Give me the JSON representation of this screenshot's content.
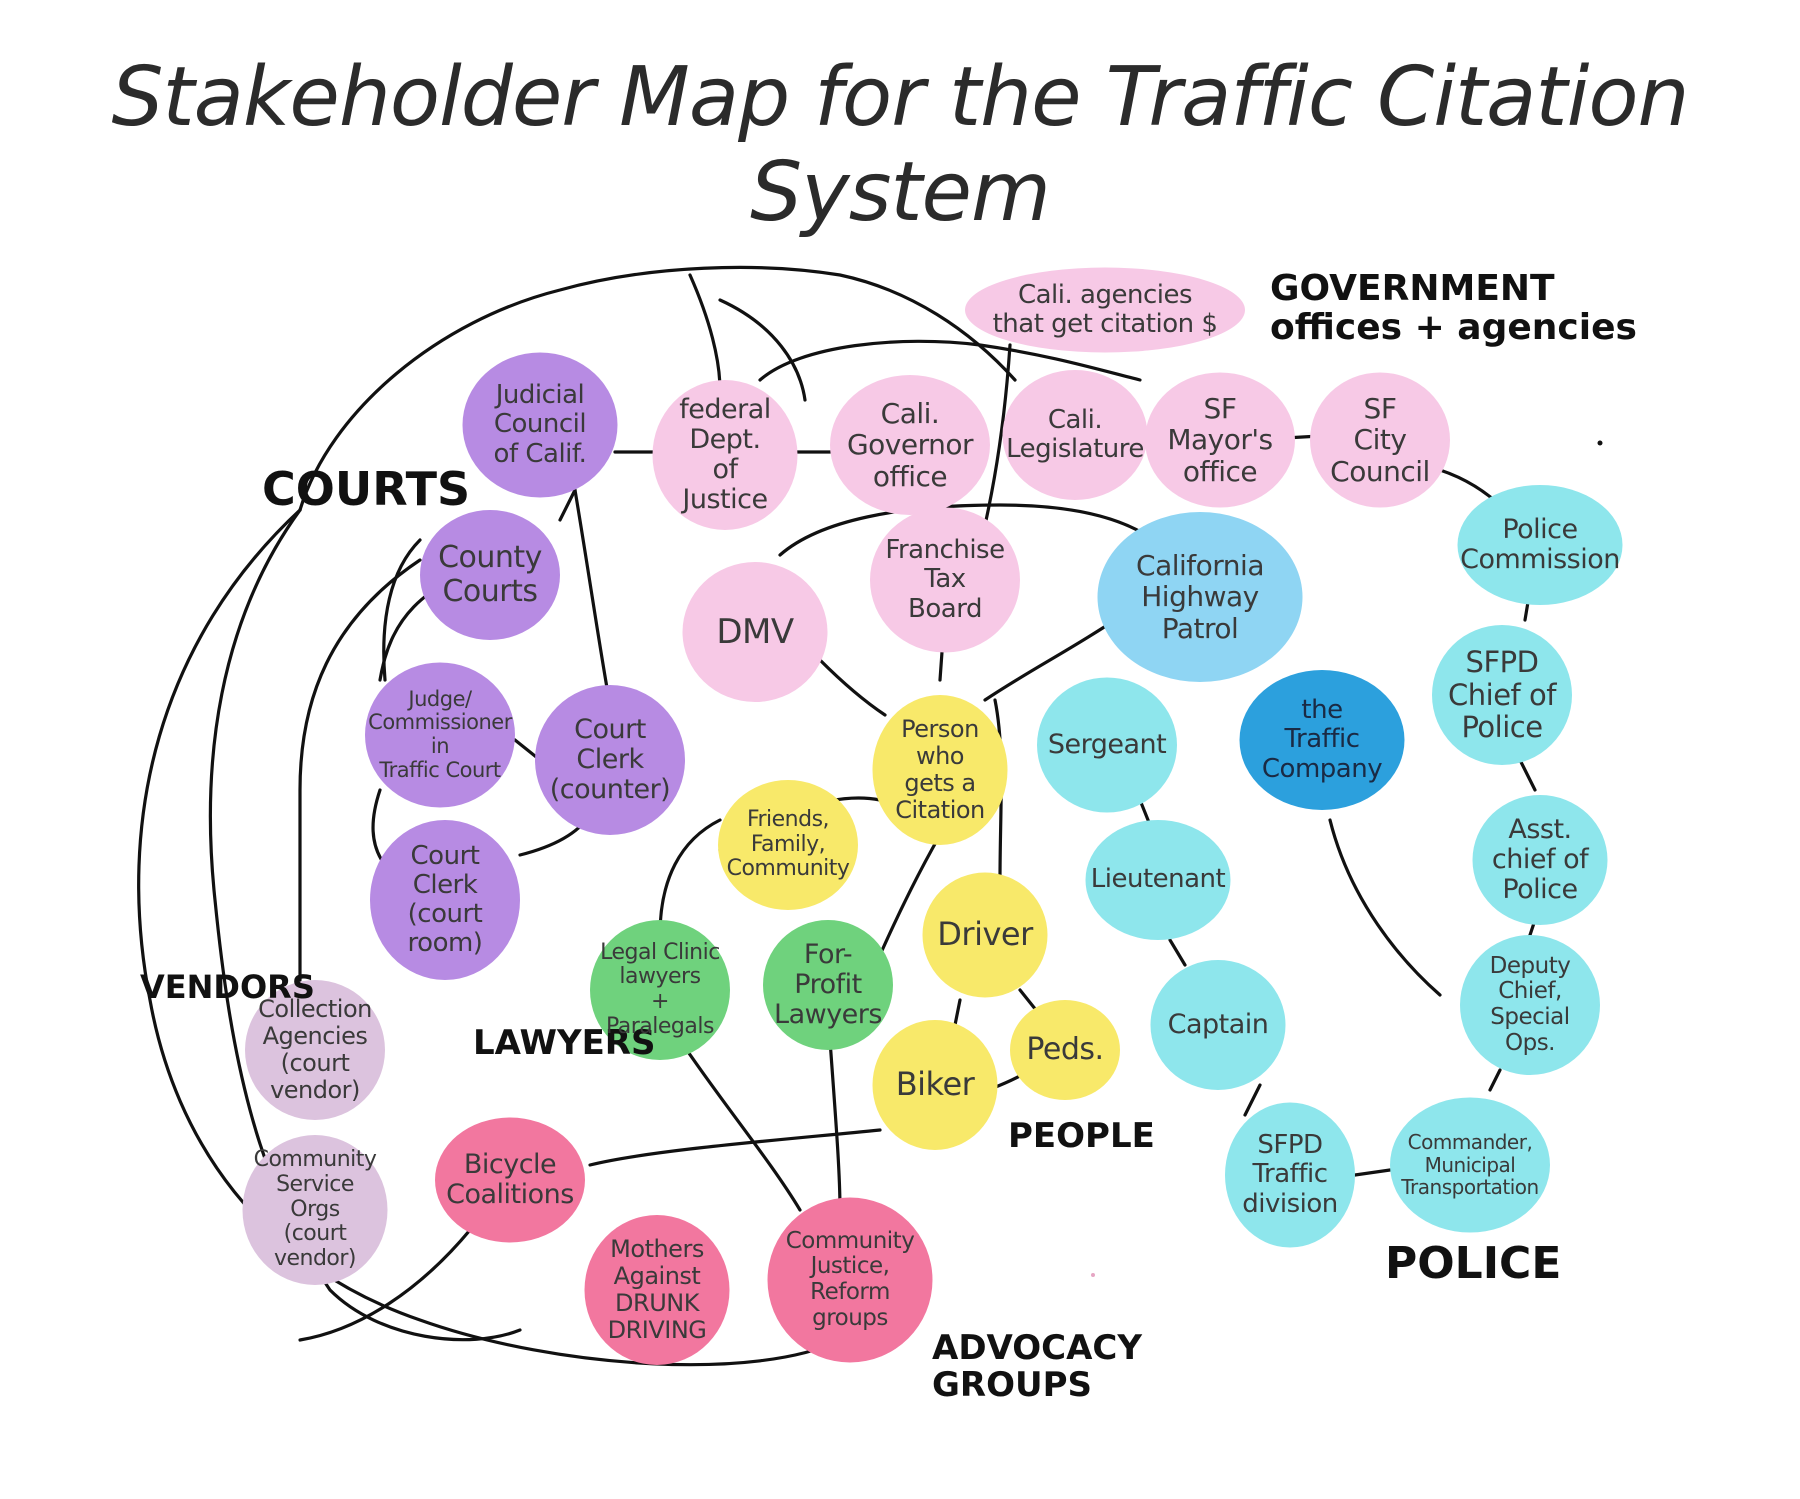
{
  "title": "Stakeholder Map for the Traffic Citation System",
  "colors": {
    "courts": "#b78be3",
    "government": "#f7c9e6",
    "police_light": "#8ee6ec",
    "highway": "#8fd5f3",
    "traffic_company": "#2ca0dd",
    "people": "#f8e96a",
    "lawyers": "#6fd27d",
    "advocacy": "#f2779f",
    "vendors": "#dcc3de",
    "line": "#111111"
  },
  "group_labels": [
    {
      "id": "courts",
      "text": "COURTS"
    },
    {
      "id": "government",
      "text": "GOVERNMENT\noffices + agencies"
    },
    {
      "id": "police",
      "text": "POLICE"
    },
    {
      "id": "people",
      "text": "PEOPLE"
    },
    {
      "id": "lawyers",
      "text": "LAWYERS"
    },
    {
      "id": "vendors",
      "text": "VENDORS"
    },
    {
      "id": "advocacy",
      "text": "ADVOCACY\nGROUPS"
    }
  ],
  "nodes": [
    {
      "id": "judicial-council",
      "label": "Judicial\nCouncil\nof Calif.",
      "color": "courts"
    },
    {
      "id": "county-courts",
      "label": "County\nCourts",
      "color": "courts"
    },
    {
      "id": "judge",
      "label": "Judge/\nCommissioner\nin\nTraffic Court",
      "color": "courts"
    },
    {
      "id": "court-clerk-counter",
      "label": "Court\nClerk\n(counter)",
      "color": "courts"
    },
    {
      "id": "court-clerk-room",
      "label": "Court\nClerk\n(court\nroom)",
      "color": "courts"
    },
    {
      "id": "federal-doj",
      "label": "federal\nDept.\nof\nJustice",
      "color": "government"
    },
    {
      "id": "cali-governor",
      "label": "Cali.\nGovernor\noffice",
      "color": "government"
    },
    {
      "id": "cali-legislature",
      "label": "Cali.\nLegislature",
      "color": "government"
    },
    {
      "id": "sf-mayor",
      "label": "SF\nMayor's\noffice",
      "color": "government"
    },
    {
      "id": "sf-city-council",
      "label": "SF\nCity\nCouncil",
      "color": "government"
    },
    {
      "id": "cali-agencies",
      "label": "Cali. agencies\nthat get citation $",
      "color": "government"
    },
    {
      "id": "dmv",
      "label": "DMV",
      "color": "government"
    },
    {
      "id": "franchise-tax",
      "label": "Franchise\nTax\nBoard",
      "color": "government"
    },
    {
      "id": "chp",
      "label": "California\nHighway\nPatrol",
      "color": "highway"
    },
    {
      "id": "police-commission",
      "label": "Police\nCommission",
      "color": "police_light"
    },
    {
      "id": "sfpd-chief",
      "label": "SFPD\nChief of\nPolice",
      "color": "police_light"
    },
    {
      "id": "asst-chief",
      "label": "Asst.\nchief of\nPolice",
      "color": "police_light"
    },
    {
      "id": "deputy-chief",
      "label": "Deputy\nChief,\nSpecial\nOps.",
      "color": "police_light"
    },
    {
      "id": "commander",
      "label": "Commander,\nMunicipal\nTransportation",
      "color": "police_light"
    },
    {
      "id": "sfpd-traffic",
      "label": "SFPD\nTraffic\ndivision",
      "color": "police_light"
    },
    {
      "id": "captain",
      "label": "Captain",
      "color": "police_light"
    },
    {
      "id": "lieutenant",
      "label": "Lieutenant",
      "color": "police_light"
    },
    {
      "id": "sergeant",
      "label": "Sergeant",
      "color": "police_light"
    },
    {
      "id": "traffic-company",
      "label": "the\nTraffic\nCompany",
      "color": "traffic_company"
    },
    {
      "id": "person-citation",
      "label": "Person\nwho\ngets a\nCitation",
      "color": "people"
    },
    {
      "id": "friends-family",
      "label": "Friends,\nFamily,\nCommunity",
      "color": "people"
    },
    {
      "id": "driver",
      "label": "Driver",
      "color": "people"
    },
    {
      "id": "biker",
      "label": "Biker",
      "color": "people"
    },
    {
      "id": "peds",
      "label": "Peds.",
      "color": "people"
    },
    {
      "id": "legal-clinic",
      "label": "Legal Clinic\nlawyers\n+\nParalegals",
      "color": "lawyers"
    },
    {
      "id": "for-profit",
      "label": "For-Profit\nLawyers",
      "color": "lawyers"
    },
    {
      "id": "collection",
      "label": "Collection\nAgencies\n(court\nvendor)",
      "color": "vendors"
    },
    {
      "id": "community-service",
      "label": "Community\nService\nOrgs\n(court\nvendor)",
      "color": "vendors"
    },
    {
      "id": "bicycle-coalitions",
      "label": "Bicycle\nCoalitions",
      "color": "advocacy"
    },
    {
      "id": "madd",
      "label": "Mothers\nAgainst\nDRUNK\nDRIVING",
      "color": "advocacy"
    },
    {
      "id": "community-justice",
      "label": "Community\nJustice,\nReform\ngroups",
      "color": "advocacy"
    }
  ]
}
